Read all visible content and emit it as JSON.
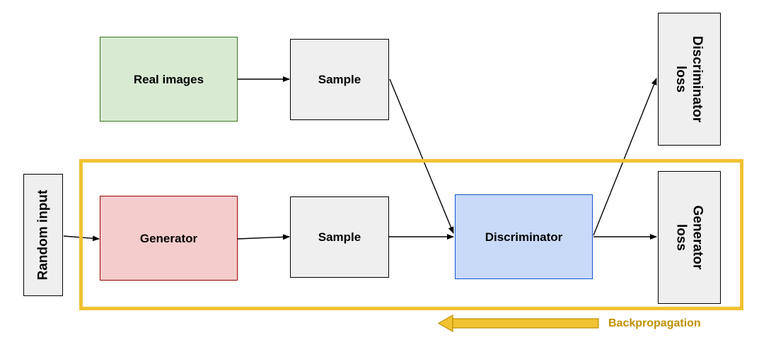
{
  "nodes": {
    "real_images": {
      "label": "Real images",
      "fill": "#d9ead3",
      "stroke": "#38761d"
    },
    "sample_real": {
      "label": "Sample",
      "fill": "#efefef",
      "stroke": "#000000"
    },
    "random_input": {
      "label": "Random input",
      "fill": "#efefef",
      "stroke": "#000000"
    },
    "generator": {
      "label": "Generator",
      "fill": "#f4cccc",
      "stroke": "#990000"
    },
    "sample_generated": {
      "label": "Sample",
      "fill": "#efefef",
      "stroke": "#000000"
    },
    "discriminator": {
      "label": "Discriminator",
      "fill": "#c9daf8",
      "stroke": "#1155cc"
    },
    "discriminator_loss": {
      "label": "Discriminator\nloss",
      "fill": "#efefef",
      "stroke": "#000000"
    },
    "generator_loss": {
      "label": "Generator\nloss",
      "fill": "#efefef",
      "stroke": "#000000"
    }
  },
  "edges": [
    {
      "from": "real_images",
      "to": "sample_real"
    },
    {
      "from": "sample_real",
      "to": "discriminator"
    },
    {
      "from": "random_input",
      "to": "generator"
    },
    {
      "from": "generator",
      "to": "sample_generated"
    },
    {
      "from": "sample_generated",
      "to": "discriminator"
    },
    {
      "from": "discriminator",
      "to": "discriminator_loss"
    },
    {
      "from": "discriminator",
      "to": "generator_loss"
    }
  ],
  "backpropagation": {
    "label": "Backpropagation",
    "highlight_color": "#f1c232",
    "text_color": "#bf9000",
    "arrow_color": "#f1c232"
  }
}
